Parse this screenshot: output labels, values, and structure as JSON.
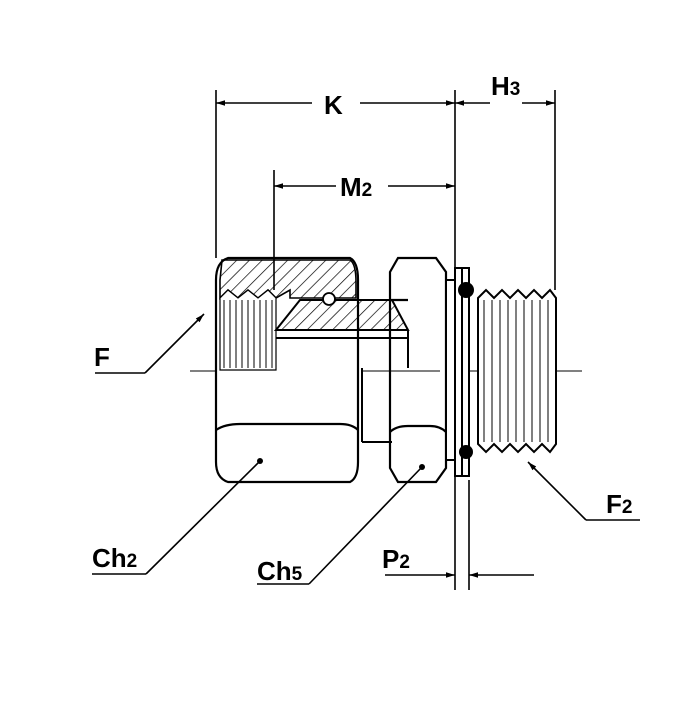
{
  "labels": {
    "K": {
      "main": "K",
      "sub": ""
    },
    "H3": {
      "main": "H",
      "sub": "3"
    },
    "M2": {
      "main": "M",
      "sub": "2"
    },
    "F": {
      "main": "F",
      "sub": ""
    },
    "F2": {
      "main": "F",
      "sub": "2"
    },
    "Ch2": {
      "main": "Ch",
      "sub": "2"
    },
    "Ch5": {
      "main": "Ch",
      "sub": "5"
    },
    "P2": {
      "main": "P",
      "sub": "2"
    }
  }
}
